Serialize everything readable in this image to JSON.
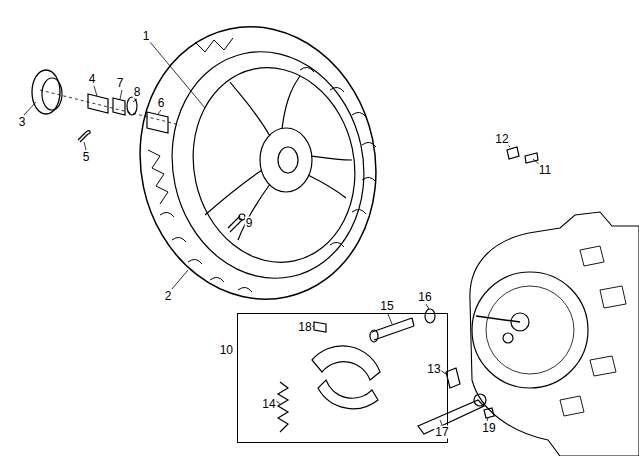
{
  "diagram": {
    "nodes": [
      {
        "text": [
          "10"
        ]
      }
    ],
    "labels": [
      "1",
      "3",
      "4",
      "7",
      "8",
      "5",
      "6",
      "12",
      "11",
      "9",
      "2",
      "15",
      "16",
      "18",
      "13",
      "14",
      "17",
      "19"
    ]
  }
}
